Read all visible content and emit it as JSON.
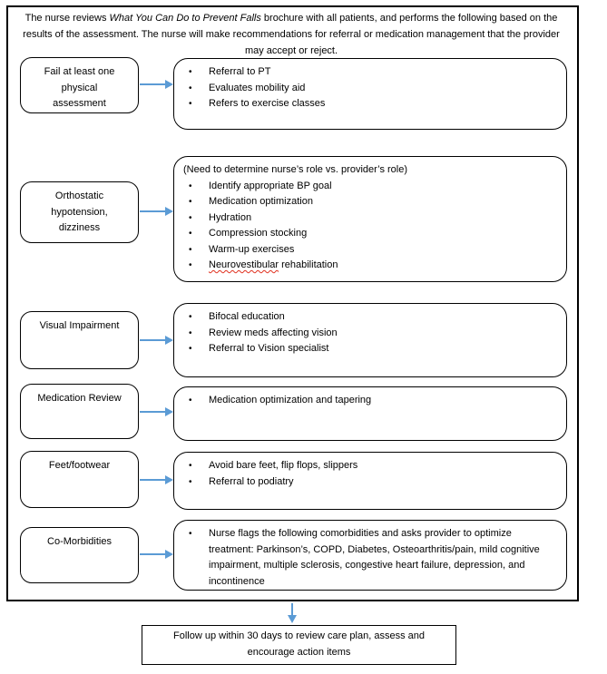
{
  "glyphs": {
    "bullet": "•"
  },
  "colors": {
    "arrow": "#5B9BD5",
    "box_border": "#000000",
    "squiggle": "#E0301E"
  },
  "intro": {
    "text_before_title": "The nurse reviews ",
    "brochure_title": "What You Can Do to Prevent Falls",
    "text_after_title": " brochure with all patients, and performs the following based on the results of the assessment. The nurse will make recommendations for referral or medication management that the provider may accept or reject."
  },
  "flowchart": {
    "rows": [
      {
        "condition": "Fail at least one physical assessment",
        "actions": [
          "Referral to PT",
          "Evaluates mobility aid",
          "Refers to exercise classes"
        ]
      },
      {
        "condition": "Orthostatic hypotension, dizziness",
        "note": "(Need to determine nurse’s role vs. provider’s role)",
        "actions": [
          "Identify appropriate BP goal",
          "Medication optimization",
          "Hydration",
          "Compression stocking",
          "Warm-up exercises"
        ],
        "action_misspelled": {
          "word": "Neurovestibular",
          "rest": " rehabilitation"
        }
      },
      {
        "condition": "Visual Impairment",
        "actions": [
          "Bifocal education",
          "Review meds affecting vision",
          "Referral to Vision specialist"
        ]
      },
      {
        "condition": "Medication Review",
        "actions": [
          "Medication optimization and tapering"
        ]
      },
      {
        "condition": "Feet/footwear",
        "actions": [
          "Avoid bare feet, flip flops, slippers",
          "Referral to podiatry"
        ]
      },
      {
        "condition": "Co-Morbidities",
        "actions": [
          "Nurse flags the following comorbidities and asks provider to optimize treatment: Parkinson’s, COPD, Diabetes, Osteoarthritis/pain, mild cognitive impairment, multiple sclerosis, congestive heart failure, depression, and incontinence"
        ]
      }
    ]
  },
  "followup": "Follow up within 30 days to review care plan, assess and encourage action items"
}
